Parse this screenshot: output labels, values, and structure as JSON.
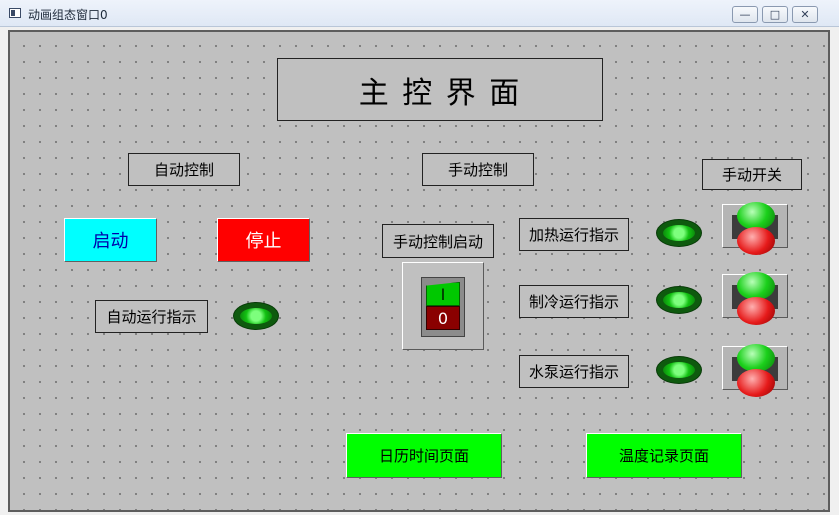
{
  "window": {
    "title": "动画组态窗口0",
    "controls": [
      "—",
      "□",
      "✕"
    ]
  },
  "main_title": "主 控 界 面",
  "auto_section": {
    "label": "自动控制",
    "start_button": "启动",
    "stop_button": "停止",
    "run_indicator_label": "自动运行指示"
  },
  "manual_section": {
    "label": "手动控制",
    "start_label": "手动控制启动",
    "toggle_on": "I",
    "toggle_off": "0"
  },
  "manual_switch_label": "手动开关",
  "indicators": [
    {
      "label": "加热运行指示"
    },
    {
      "label": "制冷运行指示"
    },
    {
      "label": "水泵运行指示"
    }
  ],
  "nav": {
    "calendar_button": "日历时间页面",
    "temperature_button": "温度记录页面"
  },
  "colors": {
    "start": "#00ffff",
    "stop": "#ff0000",
    "nav": "#00ff00",
    "lamp_on": "#13c113",
    "canvas": "#c0c0c0"
  }
}
